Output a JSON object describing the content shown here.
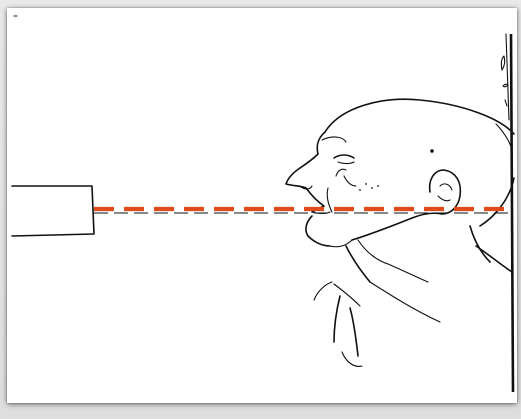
{
  "figure": {
    "colors": {
      "central_ray": "#e04a1a",
      "ink": "#111111",
      "background": "#ffffff",
      "frame_backdrop": "#e4e4e4"
    },
    "icons": {
      "x_ray_tube": "rectangle-outline",
      "patient": "line-drawing-head-profile",
      "image_receptor": "vertical-bar"
    }
  }
}
